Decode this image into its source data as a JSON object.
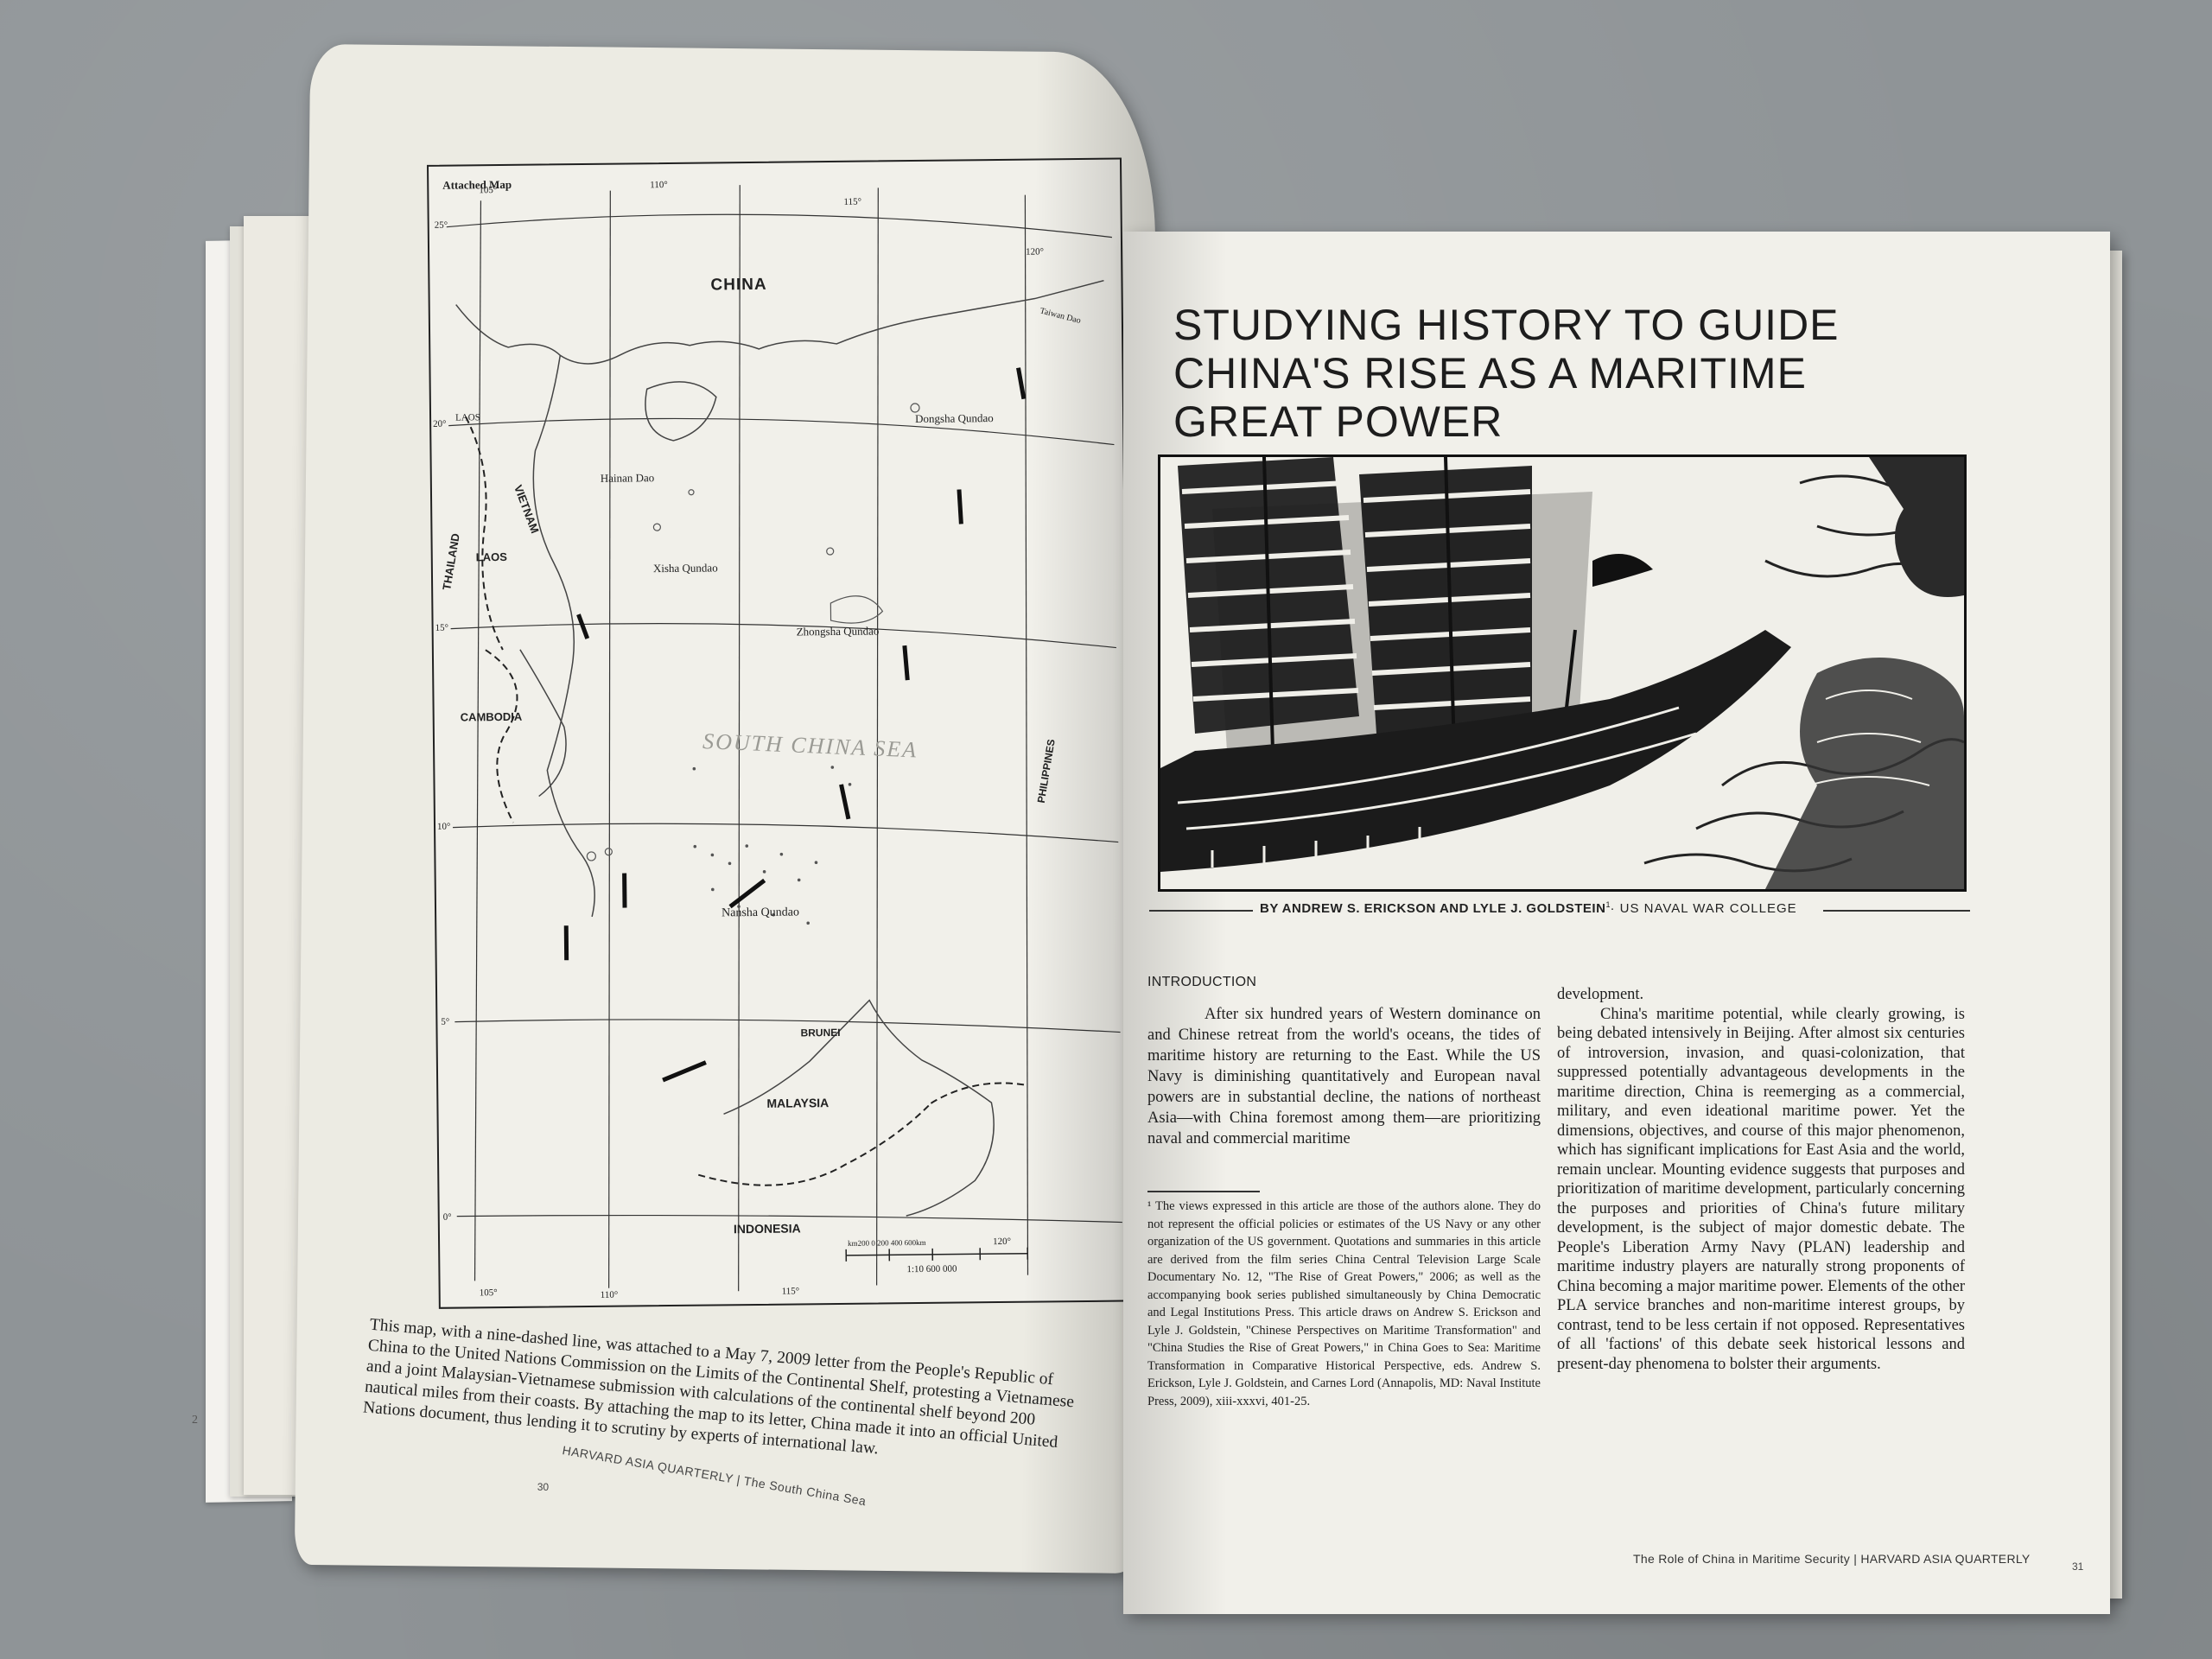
{
  "left_page": {
    "map": {
      "title": "Attached Map",
      "labels": {
        "china": "CHINA",
        "laos_north": "LAOS",
        "vietnam": "VIETNAM",
        "laos": "LAOS",
        "thailand": "THAILAND",
        "cambodia": "CAMBODIA",
        "hainan": "Hainan Dao",
        "dongsha": "Dongsha Qundao",
        "xisha": "Xisha Qundao",
        "zhongsha": "Zhongsha Qundao",
        "sea": "SOUTH CHINA SEA",
        "philippines": "PHILIPPINES",
        "nansha": "Nansha Qundao",
        "brunei": "BRUNEI",
        "malaysia": "MALAYSIA",
        "indonesia": "INDONESIA",
        "taiwan": "Taiwan Dao"
      },
      "ticks": {
        "lon105_top": "105°",
        "lon110_top": "110°",
        "lon115_top": "115°",
        "lon120_top": "120°",
        "lat25": "25°",
        "lat20": "20°",
        "lat15": "15°",
        "lat10": "10°",
        "lat5": "5°",
        "lat0": "0°",
        "lon105_bottom": "105°",
        "lon110_bottom": "110°",
        "lon115_bottom": "115°",
        "lon120_bottom": "120°"
      },
      "scale_label": "1:10 600 000",
      "scale_ticks": "km200    0    200    400    600km"
    },
    "caption": "This map, with a nine-dashed line, was attached to a May 7, 2009 letter from the People's Republic of China to the United Nations Commission on the Limits of the Continental Shelf, protesting a Vietnamese and a joint Malaysian-Vietnamese submission with calculations of the continental shelf beyond 200 nautical miles from their coasts. By attaching the map to its letter, China made it into an official United Nations document, thus lending it to scrutiny by experts of international law.",
    "page_number": "30",
    "under_page_number": "2",
    "footer": "HARVARD ASIA QUARTERLY  |  The South China Sea"
  },
  "right_page": {
    "headline": "STUDYING HISTORY TO GUIDE CHINA'S RISE AS A MARITIME GREAT POWER",
    "byline": {
      "authors": "BY ANDREW S. ERICKSON AND LYLE J. GOLDSTEIN",
      "sup": "1",
      "institution": "· US NAVAL WAR COLLEGE"
    },
    "section_head": "INTRODUCTION",
    "col1_para": "After six hundred years of Western dominance on and Chinese retreat from the world's oceans, the tides of maritime history are returning to the East. While the US Navy is diminishing quantitatively and European naval powers are in substantial decline, the nations of northeast Asia—with China foremost among them—are prioritizing naval and commercial maritime",
    "footnote": "¹ The views expressed in this article are those of the authors alone. They do not represent the official policies or estimates of the US Navy or any other organization of the US government. Quotations and summaries in this article are derived from the film series China Central Television Large Scale Documentary No. 12, \"The Rise of Great Powers,\" 2006; as well as the accompanying book series published simultaneously by China Democratic and Legal Institutions Press. This article draws on Andrew S. Erickson and Lyle J. Goldstein, \"Chinese Perspectives on Maritime Transformation\" and \"China Studies the Rise of Great Powers,\" in China Goes to Sea: Maritime Transformation in Comparative Historical Perspective, eds. Andrew S. Erickson, Lyle J. Goldstein, and Carnes Lord (Annapolis, MD: Naval Institute Press, 2009), xiii-xxxvi, 401-25.",
    "col2_continuation": "development.",
    "col2_para": "China's maritime potential, while clearly growing, is being debated intensively in Beijing. After almost six centuries of introversion, invasion, and quasi-colonization, that suppressed potentially advantageous developments in the maritime direction, China is reemerging as a commercial, military, and even ideational maritime power. Yet the dimensions, objectives, and course of this major phenomenon, which has significant implications for East Asia and the world, remain unclear. Mounting evidence suggests that purposes and prioritization of maritime development, particularly concerning the purposes and priorities of China's future military development, is the subject of major domestic debate. The People's Liberation Army Navy (PLAN) leadership and maritime industry players are naturally strong proponents of China becoming a major maritime power. Elements of the other PLA service branches and non-maritime interest groups, by contrast, tend to be less certain if not opposed. Representatives of all 'factions' of this debate seek historical lessons and present-day phenomena to bolster their arguments.",
    "footer": "The Role of China in Maritime Security  |  HARVARD ASIA QUARTERLY",
    "page_number": "31"
  }
}
